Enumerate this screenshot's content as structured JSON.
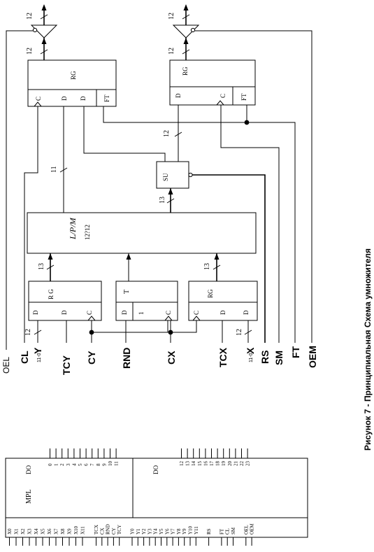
{
  "caption": "Рисунок 7 - Принципиальная Схема умножителя",
  "chip": {
    "name": "MPL",
    "do_label_a": "DO",
    "do_label_b": "DO",
    "left_pins": [
      "X0",
      "X1",
      "X2",
      "X3",
      "X4",
      "X5",
      "X6",
      "X7",
      "X8",
      "X9",
      "X10",
      "X11",
      "TCX",
      "CX",
      "RND",
      "CY",
      "TCY",
      "Y0",
      "Y1",
      "Y2",
      "Y3",
      "Y4",
      "Y5",
      "Y6",
      "Y7",
      "Y8",
      "Y9",
      "Y10",
      "Y11",
      "RS",
      "FT",
      "CL",
      "SM",
      "OEL",
      "OEM"
    ],
    "right_pins_a": [
      "0",
      "1",
      "2",
      "3",
      "4",
      "5",
      "6",
      "7",
      "8",
      "9",
      "10",
      "11"
    ],
    "right_pins_b": [
      "12",
      "13",
      "14",
      "15",
      "16",
      "17",
      "18",
      "19",
      "20",
      "21",
      "22",
      "23"
    ]
  },
  "blocks": {
    "rg_out_left": {
      "title": "RG",
      "c": "C",
      "d1": "D",
      "d2": "D",
      "ft": "FT"
    },
    "rg_out_right": {
      "title": "RG",
      "d": "D",
      "c": "C",
      "ft": "FT"
    },
    "summator": {
      "title": "SU"
    },
    "multiplier": {
      "title": "L/P/M",
      "sub": "12?12"
    },
    "rg_y": {
      "title": "R G",
      "d1": "D",
      "d2": "D",
      "c": "C"
    },
    "trigger": {
      "title": "T",
      "d": "D",
      "one": "1",
      "c": "C"
    },
    "rg_x": {
      "title": "RG",
      "c": "C",
      "d1": "D",
      "d2": "D"
    }
  },
  "bus_widths": {
    "out_left": "12",
    "out_left_in": "12",
    "out_right": "12",
    "out_right_in": "12",
    "su_out": "12",
    "mul_out": "13",
    "ry_out": "13",
    "rx_out": "13",
    "feedback": "11",
    "y_in": "12",
    "x_in": "12"
  },
  "signals": {
    "oel": "OEL",
    "cl": "CL",
    "y": "Y",
    "y_sub": "11-0",
    "tcy": "TCY",
    "cy": "CY",
    "rnd": "RND",
    "cx": "CX",
    "tcx": "TCX",
    "x": "X",
    "x_sub": "11-0",
    "rs": "RS",
    "sm": "SM",
    "ft": "FT",
    "oem": "OEM"
  }
}
